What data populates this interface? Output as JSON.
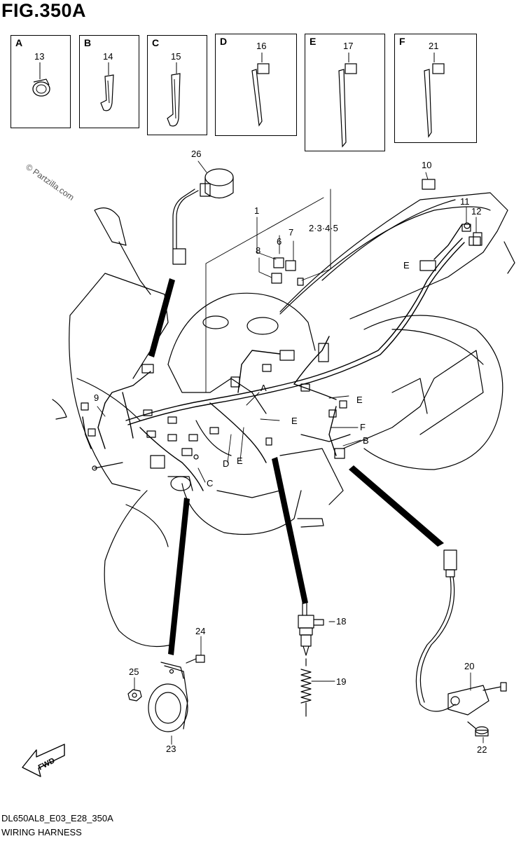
{
  "figure": {
    "title": "FIG.350A"
  },
  "watermark": "© Partzilla.com",
  "insets": [
    {
      "letter": "A",
      "part": "13"
    },
    {
      "letter": "B",
      "part": "14"
    },
    {
      "letter": "C",
      "part": "15"
    },
    {
      "letter": "D",
      "part": "16"
    },
    {
      "letter": "E",
      "part": "17"
    },
    {
      "letter": "F",
      "part": "21"
    }
  ],
  "callouts": {
    "p1": "1",
    "p2345": "2·3·4·5",
    "p6": "6",
    "p7": "7",
    "p8": "8",
    "p9": "9",
    "p10": "10",
    "p11": "11",
    "p12": "12",
    "p18": "18",
    "p19": "19",
    "p20": "20",
    "p22": "22",
    "p23": "23",
    "p24": "24",
    "p25": "25",
    "p26": "26"
  },
  "clip_labels": {
    "a": "A",
    "b": "B",
    "c": "C",
    "d": "D",
    "e": "E",
    "f": "F"
  },
  "fwd_label": "FWD",
  "footer": {
    "code": "DL650AL8_E03_E28_350A",
    "title": "WIRING HARNESS"
  }
}
